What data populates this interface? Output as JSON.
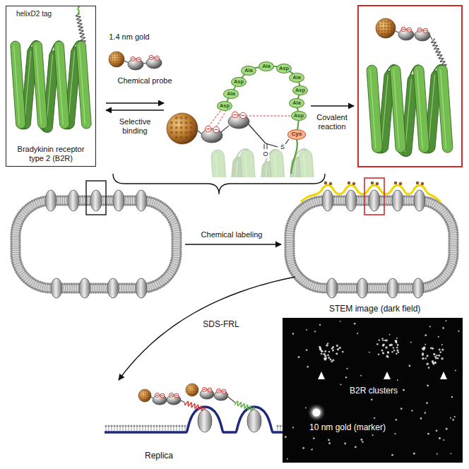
{
  "diagram": {
    "nodes": [
      {
        "text": [
          "helixD2 tag",
          "Bradykinin receptor type 2 (B2R)"
        ]
      },
      {
        "text": [
          "Asp"
        ]
      },
      {
        "text": [
          "Ala"
        ]
      },
      {
        "text": [
          "Asp"
        ]
      },
      {
        "text": [
          "Ala"
        ]
      },
      {
        "text": [
          "Ala"
        ]
      },
      {
        "text": [
          "Asp"
        ]
      },
      {
        "text": [
          "Ala"
        ]
      },
      {
        "text": [
          "Asp"
        ]
      },
      {
        "text": [
          "Ala"
        ]
      },
      {
        "text": [
          "Asp"
        ]
      },
      {
        "text": [
          "Cys"
        ]
      },
      {
        "text": [
          "STEM image (dark field)",
          "B2R clusters",
          "10 nm gold (marker)"
        ]
      }
    ],
    "labels": [
      "1.4 nm gold",
      "Chemical probe",
      "Selective binding",
      "Covalent reaction",
      "O",
      "S",
      "Chemical labeling",
      "SDS-FRL",
      "Replica"
    ]
  }
}
